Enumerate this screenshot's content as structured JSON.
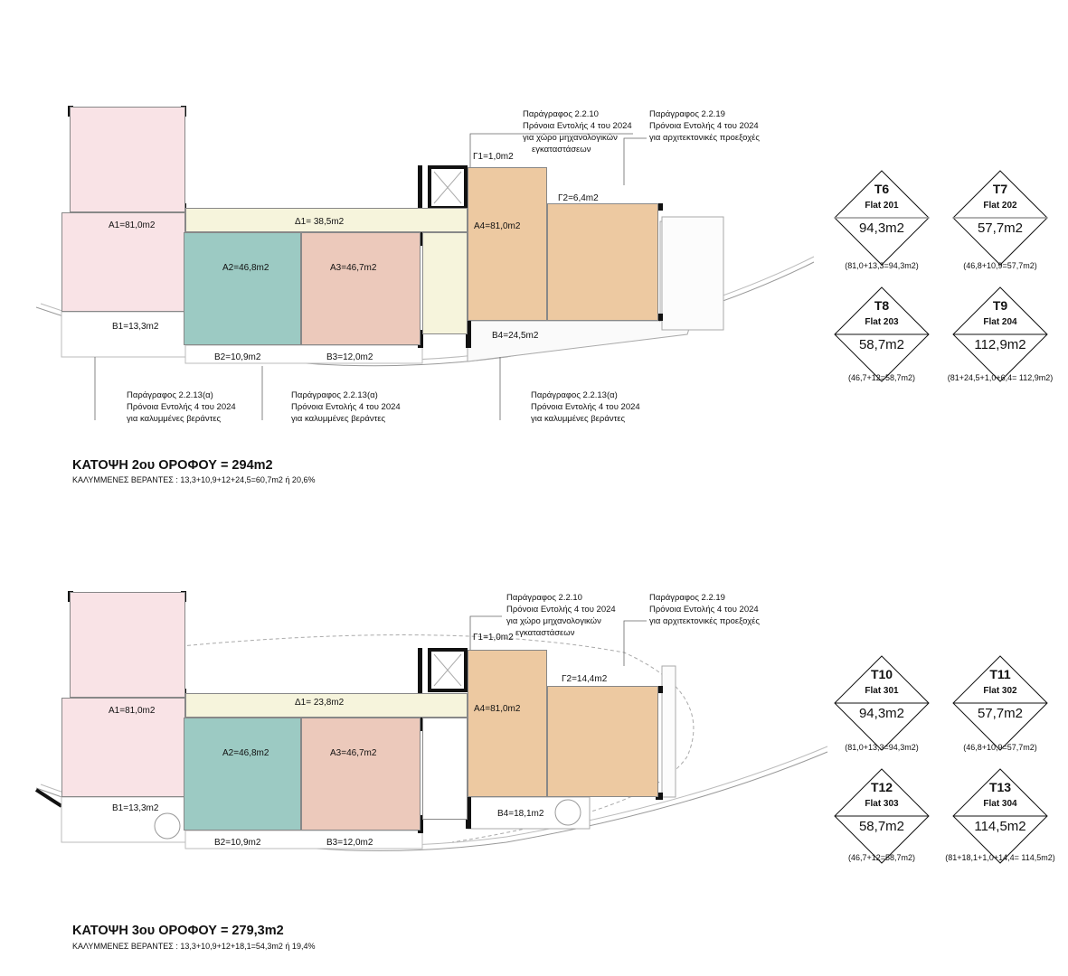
{
  "colors": {
    "unit_a1": "#f9e3e6",
    "unit_a2": "#9ccac3",
    "unit_a3": "#ecc9bb",
    "unit_a4": "#edc9a1",
    "corridor": "#f6f4dc"
  },
  "plans": [
    {
      "rooms": {
        "a1": "A1=81,0m2",
        "a2": "A2=46,8m2",
        "a3": "A3=46,7m2",
        "a4": "A4=81,0m2",
        "d1": "Δ1= 38,5m2",
        "g1": "Γ1=1,0m2",
        "g2": "Γ2=6,4m2",
        "b1": "B1=13,3m2",
        "b2": "B2=10,9m2",
        "b3": "B3=12,0m2",
        "b4": "B4=24,5m2"
      },
      "notes": {
        "mech": [
          "Παράγραφος 2.2.10",
          "Πρόνοια Εντολής 4 του 2024",
          "για χώρο μηχανολογικών",
          "εγκαταστάσεων"
        ],
        "proj": [
          "Παράγραφος 2.2.19",
          "Πρόνοια Εντολής 4 του 2024",
          "για αρχιτεκτονικές προεξοχές"
        ],
        "ver1": [
          "Παράγραφος 2.2.13(α)",
          "Πρόνοια Εντολής 4 του 2024",
          "για καλυμμένες βεράντες"
        ],
        "ver2": [
          "Παράγραφος 2.2.13(α)",
          "Πρόνοια Εντολής 4 του 2024",
          "για καλυμμένες βεράντες"
        ],
        "ver3": [
          "Παράγραφος 2.2.13(α)",
          "Πρόνοια Εντολής 4 του 2024",
          "για καλυμμένες βεράντες"
        ]
      },
      "title": "ΚΑΤΟΨΗ 2ου ΟΡΟΦΟΥ = 294m2",
      "subtitle": "ΚΑΛΥΜΜΕΝΕΣ ΒΕΡΑΝΤΕΣ : 13,3+10,9+12+24,5=60,7m2 ή 20,6%",
      "flats": [
        {
          "tag": "T6",
          "name": "Flat 201",
          "area": "94,3m2",
          "calc": "(81,0+13,3=94,3m2)"
        },
        {
          "tag": "T7",
          "name": "Flat 202",
          "area": "57,7m2",
          "calc": "(46,8+10,9=57,7m2)"
        },
        {
          "tag": "T8",
          "name": "Flat 203",
          "area": "58,7m2",
          "calc": "(46,7+12=58,7m2)"
        },
        {
          "tag": "T9",
          "name": "Flat 204",
          "area": "112,9m2",
          "calc": "(81+24,5+1,0+6,4= 112,9m2)"
        }
      ]
    },
    {
      "rooms": {
        "a1": "A1=81,0m2",
        "a2": "A2=46,8m2",
        "a3": "A3=46,7m2",
        "a4": "A4=81,0m2",
        "d1": "Δ1= 23,8m2",
        "g1": "Γ1=1,0m2",
        "g2": "Γ2=14,4m2",
        "b1": "B1=13,3m2",
        "b2": "B2=10,9m2",
        "b3": "B3=12,0m2",
        "b4": "B4=18,1m2"
      },
      "notes": {
        "mech": [
          "Παράγραφος 2.2.10",
          "Πρόνοια Εντολής 4 του 2024",
          "για χώρο μηχανολογικών",
          "εγκαταστάσεων"
        ],
        "proj": [
          "Παράγραφος 2.2.19",
          "Πρόνοια Εντολής 4 του 2024",
          "για αρχιτεκτονικές προεξοχές"
        ]
      },
      "title": "ΚΑΤΟΨΗ 3ου ΟΡΟΦΟΥ = 279,3m2",
      "subtitle": "ΚΑΛΥΜΜΕΝΕΣ ΒΕΡΑΝΤΕΣ : 13,3+10,9+12+18,1=54,3m2 ή 19,4%",
      "flats": [
        {
          "tag": "T10",
          "name": "Flat 301",
          "area": "94,3m2",
          "calc": "(81,0+13,3=94,3m2)"
        },
        {
          "tag": "T11",
          "name": "Flat 302",
          "area": "57,7m2",
          "calc": "(46,8+10,9=57,7m2)"
        },
        {
          "tag": "T12",
          "name": "Flat 303",
          "area": "58,7m2",
          "calc": "(46,7+12=58,7m2)"
        },
        {
          "tag": "T13",
          "name": "Flat 304",
          "area": "114,5m2",
          "calc": "(81+18,1+1,0+14,4= 114,5m2)"
        }
      ]
    }
  ]
}
